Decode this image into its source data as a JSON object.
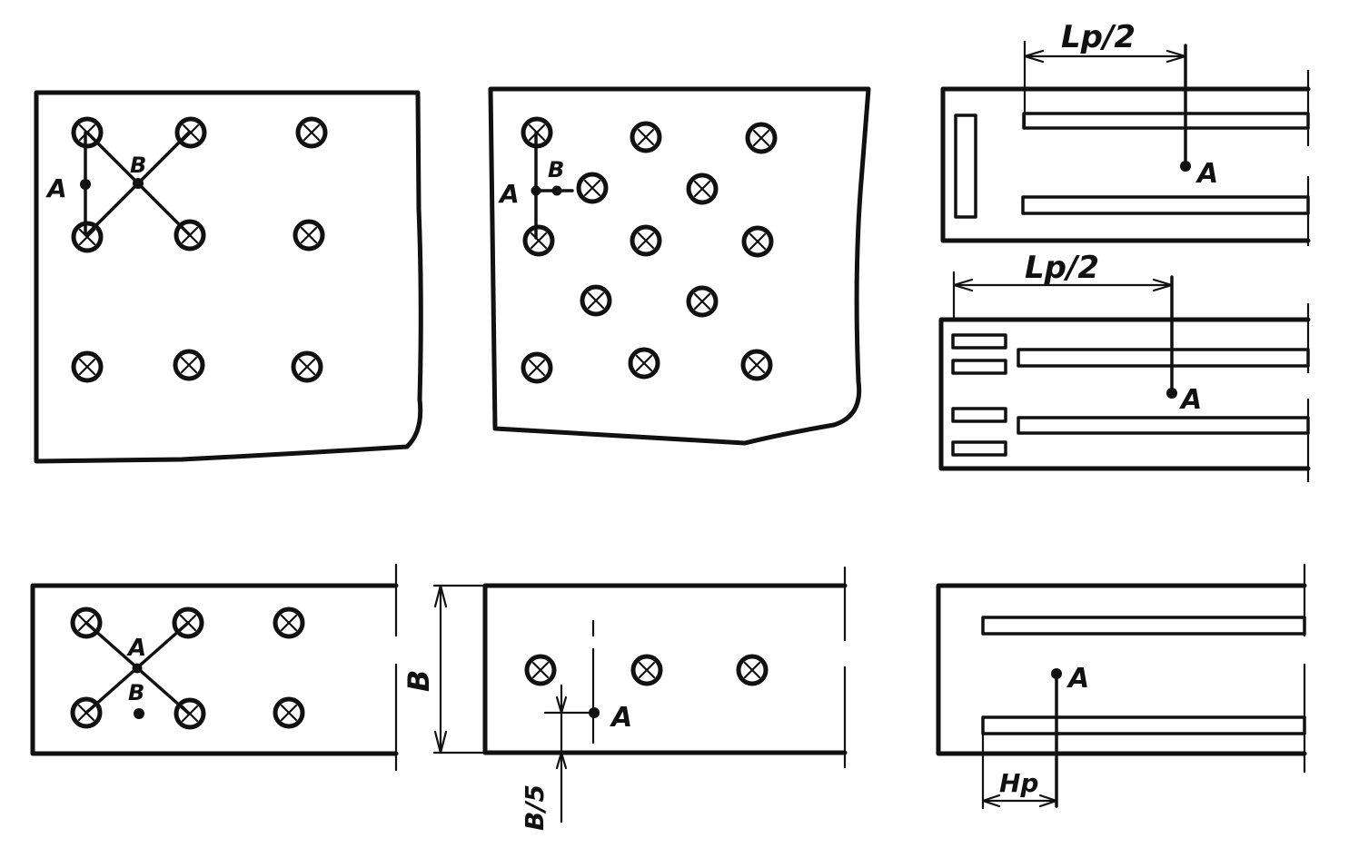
{
  "labels": {
    "point_a": "A",
    "point_b": "B",
    "dim_lp_half": "Lp/2",
    "dim_b": "B",
    "dim_b_fifth": "B/5",
    "dim_hp": "Hp"
  },
  "colors": {
    "ink": "#111111",
    "paper": "#ffffff"
  }
}
